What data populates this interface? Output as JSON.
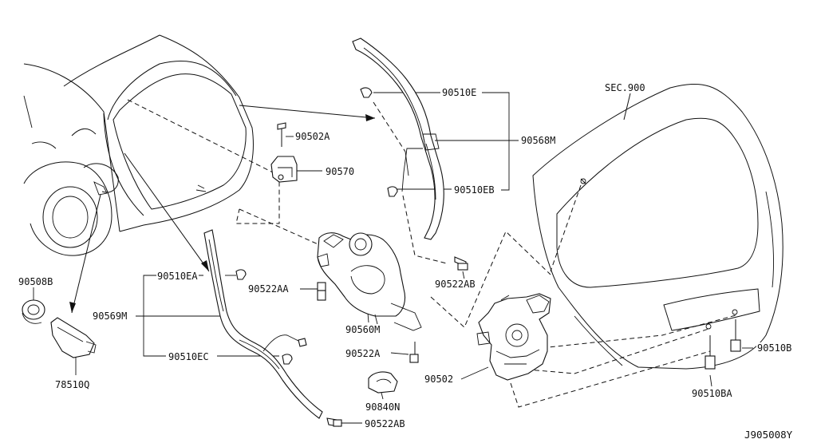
{
  "diagram": {
    "drawing_code": "J905008Y",
    "section_ref": "SEC.900",
    "callouts": [
      {
        "id": "c-90510e",
        "label": "90510E"
      },
      {
        "id": "c-90568m",
        "label": "90568M"
      },
      {
        "id": "c-90510eb",
        "label": "90510EB"
      },
      {
        "id": "c-90502a",
        "label": "90502A"
      },
      {
        "id": "c-90570",
        "label": "90570"
      },
      {
        "id": "c-90522ab-top",
        "label": "90522AB"
      },
      {
        "id": "c-90522aa",
        "label": "90522AA"
      },
      {
        "id": "c-90510ea",
        "label": "90510EA"
      },
      {
        "id": "c-90569m",
        "label": "90569M"
      },
      {
        "id": "c-90510ec",
        "label": "90510EC"
      },
      {
        "id": "c-90560m",
        "label": "90560M"
      },
      {
        "id": "c-90522a",
        "label": "90522A"
      },
      {
        "id": "c-90502",
        "label": "90502"
      },
      {
        "id": "c-90840n",
        "label": "90840N"
      },
      {
        "id": "c-90522ab-bottom",
        "label": "90522AB"
      },
      {
        "id": "c-90508b",
        "label": "90508B"
      },
      {
        "id": "c-78510q",
        "label": "78510Q"
      },
      {
        "id": "c-90510b",
        "label": "90510B"
      },
      {
        "id": "c-90510ba",
        "label": "90510BA"
      }
    ]
  }
}
